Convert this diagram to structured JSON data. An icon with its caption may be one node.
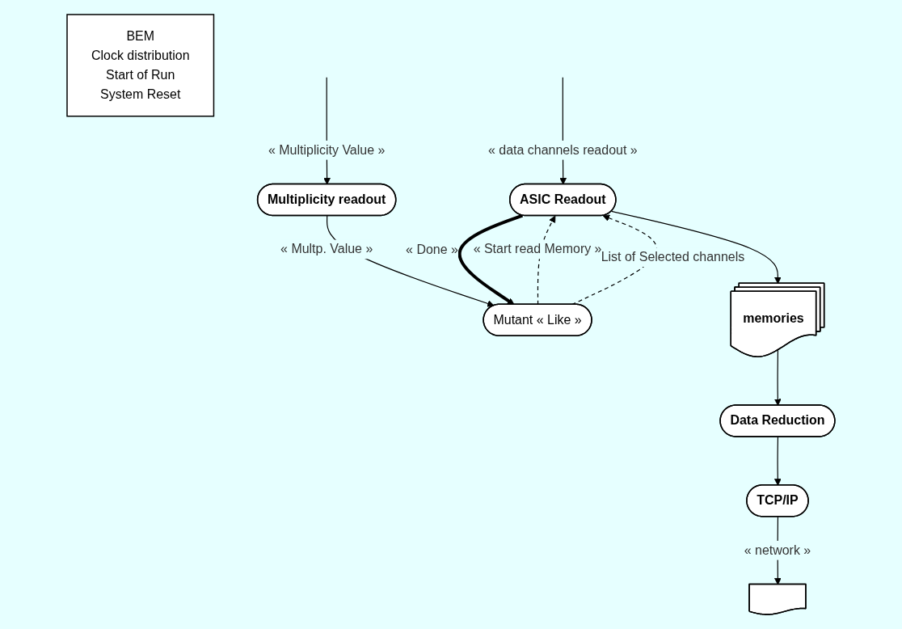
{
  "diagram": {
    "nodes": [
      {
        "text": [
          "ASIC Readout"
        ]
      },
      {
        "text": [
          "Multiplicity readout"
        ]
      },
      {
        "text": [
          "Mutant « Like »"
        ]
      },
      {
        "text": [
          "memories"
        ]
      },
      {
        "text": [
          "Data Reduction"
        ]
      },
      {
        "text": [
          "TCP/IP"
        ]
      },
      {
        "text": [
          "BEM",
          "Clock distribution",
          "Start of Run",
          "System Reset"
        ]
      },
      {
        "text": [],
        "shape": "document"
      }
    ],
    "edges": [
      {
        "from": null,
        "to": 0,
        "arrow": "to",
        "label": "« data channels readout »"
      },
      {
        "from": null,
        "to": 1,
        "arrow": "to",
        "label": "« Multiplicity Value »"
      },
      {
        "from": 1,
        "to": 2,
        "arrow": "to",
        "label": "« Multp. Value »"
      },
      {
        "from": 2,
        "to": 0,
        "arrow": "to",
        "label": "« Start read Memory »",
        "style": "dashed"
      },
      {
        "from": 2,
        "to": 0,
        "arrow": "to",
        "label": "List of Selected channels",
        "style": "dashed"
      },
      {
        "from": 0,
        "to": 2,
        "arrow": "to",
        "label": "« Done »",
        "style": "thick"
      },
      {
        "from": 0,
        "to": 3,
        "arrow": "to"
      },
      {
        "from": 3,
        "to": 4,
        "arrow": "to"
      },
      {
        "from": 4,
        "to": 5,
        "arrow": "to"
      },
      {
        "from": 5,
        "to": 7,
        "arrow": "to",
        "label": "« network »"
      }
    ]
  }
}
